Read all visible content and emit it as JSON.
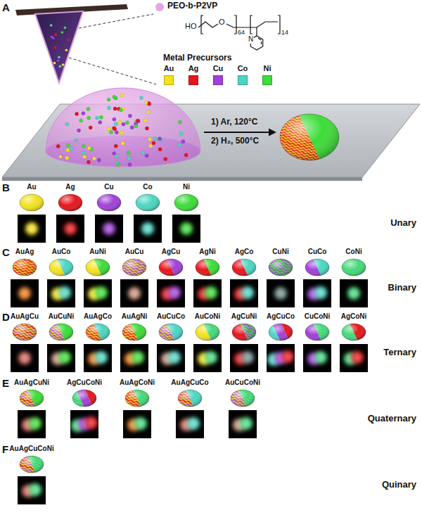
{
  "diagram": {
    "labels": [
      "A",
      "PEO-b-P2VP",
      "HO",
      "O",
      "64",
      "14",
      "N",
      "Metal Precursors",
      "1) Ar, 120°C",
      "2) H₂, 500°C",
      "B",
      "Au",
      "Ag",
      "Cu",
      "Co",
      "Ni",
      "Unary",
      "C",
      "AuAg",
      "AuCo",
      "AuNi",
      "AuCu",
      "AgCu",
      "AgNi",
      "AgCo",
      "CuNi",
      "CuCo",
      "CoNi",
      "Binary",
      "D",
      "AuAgCu",
      "AuCuNi",
      "AuAgCo",
      "AuAgNi",
      "AuCuCo",
      "AuCoNi",
      "AgCuNi",
      "AgCuCo",
      "CuCoNi",
      "AgCoNi",
      "Ternary",
      "E",
      "AuAgCuNi",
      "AgCuCoNi",
      "AuAgCoNi",
      "AuAgCuCo",
      "AuCuCoNi",
      "Quaternary",
      "F",
      "AuAgCuCoNi",
      "Quinary"
    ],
    "legend": [
      {
        "text": "Au",
        "color": "#f2e21f"
      },
      {
        "text": "Ag",
        "color": "#e5161c"
      },
      {
        "text": "Cu",
        "color": "#a040d8"
      },
      {
        "text": "Co",
        "color": "#4cd6c2"
      },
      {
        "text": "Ni",
        "color": "#3ddc38"
      }
    ]
  }
}
